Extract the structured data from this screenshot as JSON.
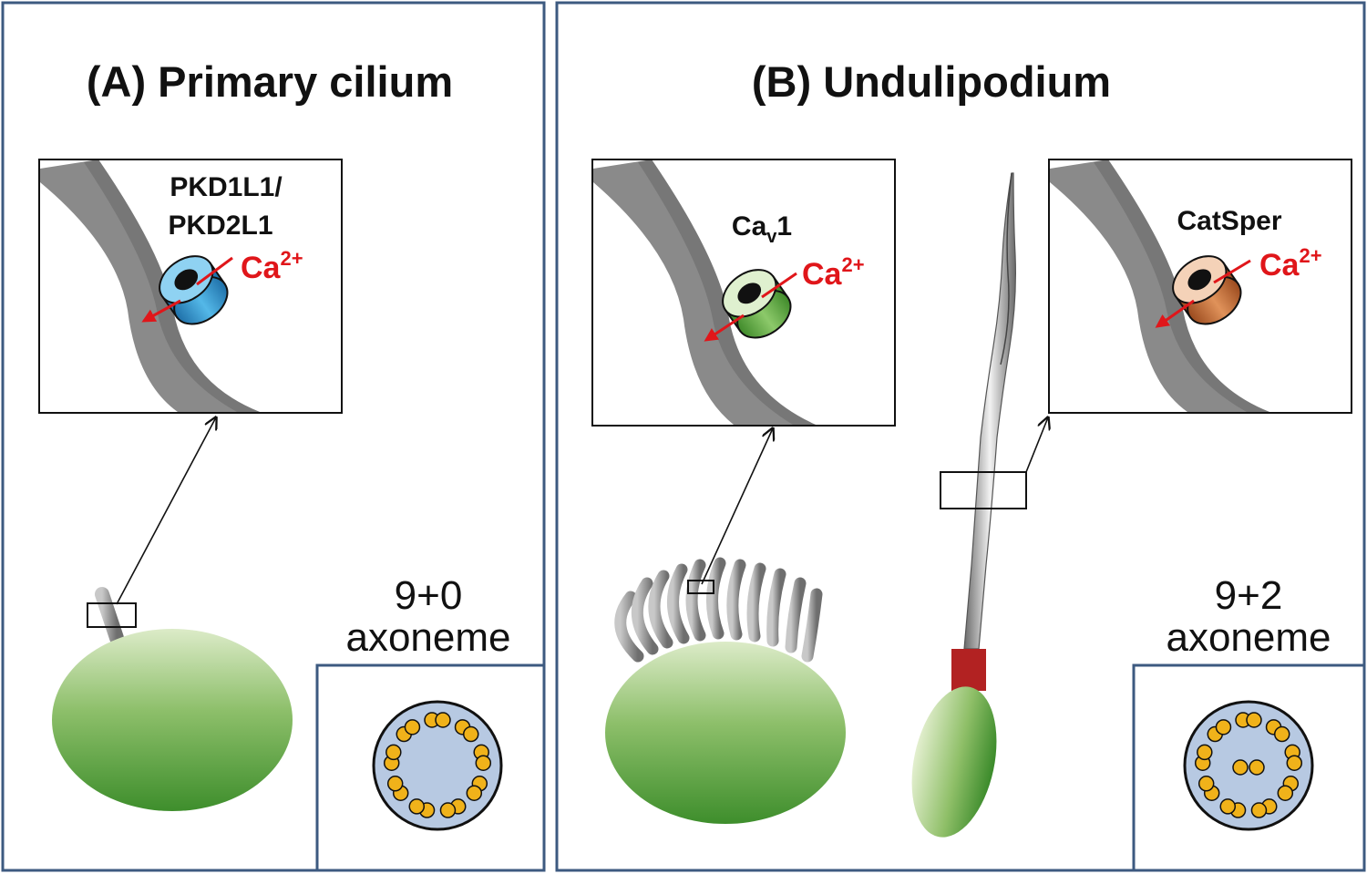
{
  "panel_a": {
    "title": "(A) Primary cilium",
    "channel_label_line1": "PKD1L1/",
    "channel_label_line2": "PKD2L1",
    "ion": "Ca",
    "ion_charge": "2+",
    "axoneme_count": "9+0",
    "axoneme_word": "axoneme"
  },
  "panel_b": {
    "title": "(B) Undulipodium",
    "channel1_label": "Ca",
    "channel1_subscript": "v",
    "channel1_suffix": "1",
    "ion": "Ca",
    "ion_charge": "2+",
    "channel2_label": "CatSper",
    "axoneme_count": "9+2",
    "axoneme_word": "axoneme"
  },
  "colors": {
    "frame": "#3d5a80",
    "ion_red": "#e0161a",
    "channel_blue": "#3aa6d8",
    "channel_green": "#6bb34a",
    "channel_orange": "#c8703a",
    "cell_green": "#3e8e2c",
    "axoneme_fill": "#b7c9e2",
    "microtubule_yellow": "#f0b21a",
    "midpiece_red": "#b22222"
  },
  "icons": [
    "ion-channel-icon",
    "cell-body-icon",
    "sperm-icon",
    "axoneme-cross-section-icon"
  ]
}
